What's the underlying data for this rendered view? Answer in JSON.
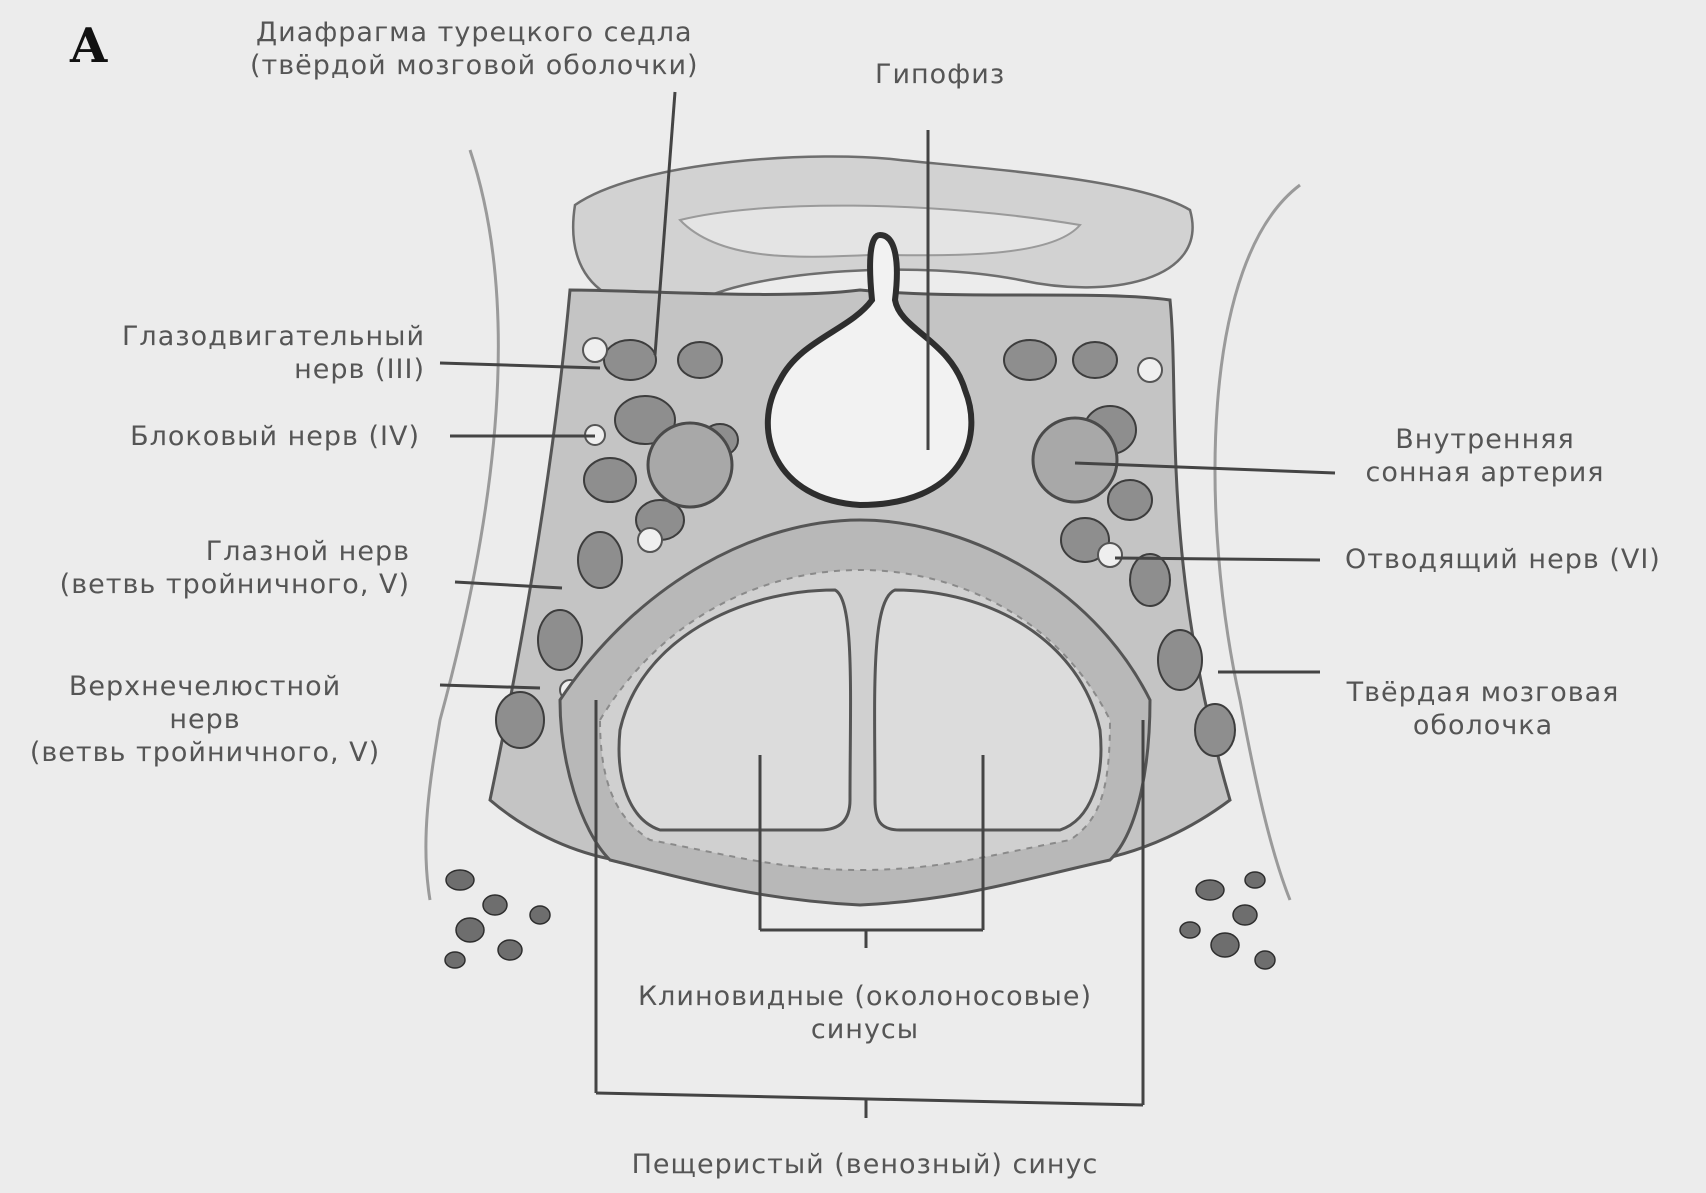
{
  "panel_letter": "A",
  "labels": {
    "diaphragma": [
      "Диафрагма турецкого седла",
      "(твёрдой мозговой оболочки)"
    ],
    "hypophysis": "Гипофиз",
    "oculomotor": [
      "Глазодвигательный",
      "нерв (III)"
    ],
    "trochlear": "Блоковый нерв (IV)",
    "ophthalmic": [
      "Глазной нерв",
      "(ветвь тройничного, V)"
    ],
    "maxillary": [
      "Верхнечелюстной",
      "нерв",
      "(ветвь тройничного, V)"
    ],
    "internal_carotid": [
      "Внутренняя",
      "сонная артерия"
    ],
    "abducens": "Отводящий нерв (VI)",
    "dura_mater": [
      "Твёрдая мозговая",
      "оболочка"
    ],
    "sphenoid_sinuses": [
      "Клиновидные (околоносовые)",
      "синусы"
    ],
    "cavernous_sinus": "Пещеристый (венозный) синус"
  },
  "colors": {
    "background": "#ececec",
    "tissue": "#c9c9c9",
    "dark_tissue": "#8a8a8a",
    "outline": "#3a3a3a",
    "leader": "#444444"
  }
}
